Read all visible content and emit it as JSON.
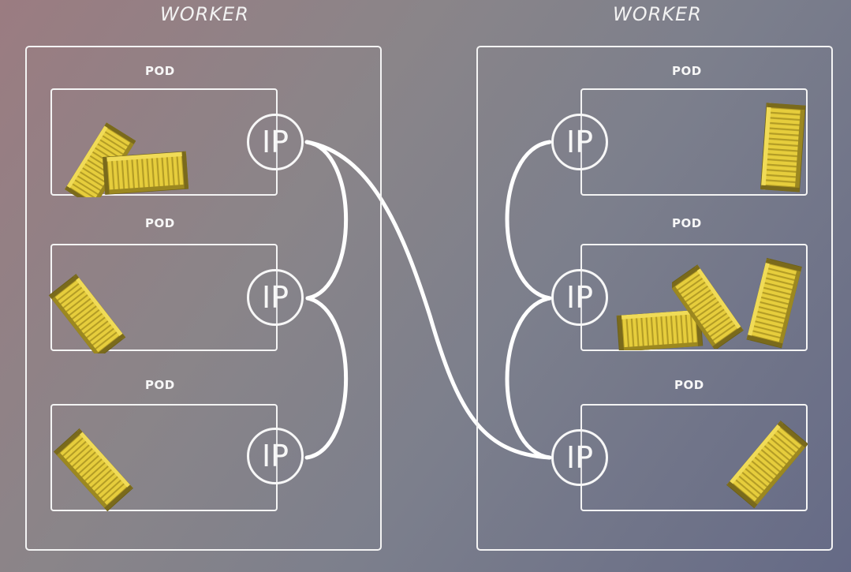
{
  "workers": [
    {
      "title": "WORKER",
      "pods": [
        {
          "label": "POD",
          "ip": "IP"
        },
        {
          "label": "POD",
          "ip": "IP"
        },
        {
          "label": "POD",
          "ip": "IP"
        }
      ]
    },
    {
      "title": "WORKER",
      "pods": [
        {
          "label": "POD",
          "ip": "IP"
        },
        {
          "label": "POD",
          "ip": "IP"
        },
        {
          "label": "POD",
          "ip": "IP"
        }
      ]
    }
  ],
  "colors": {
    "container": "#e8cf3a",
    "container_dark": "#8a7a20",
    "line": "#ffffff"
  },
  "icons": {
    "container": "shipping-container-icon"
  }
}
